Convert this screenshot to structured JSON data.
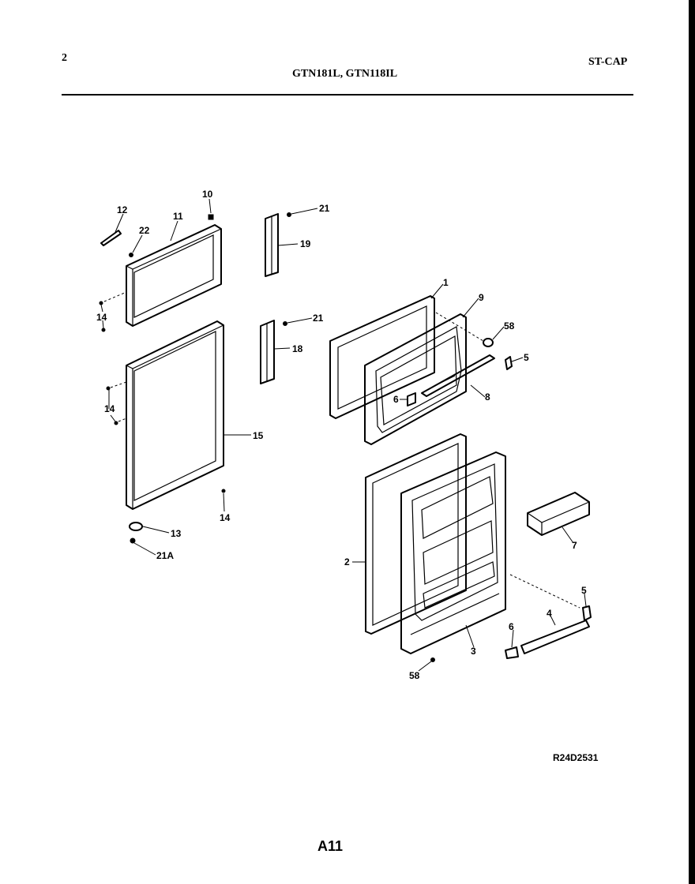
{
  "header": {
    "page_number": "2",
    "model_numbers": "GTN181L, GTN118IL",
    "category": "ST-CAP"
  },
  "diagram": {
    "callouts": [
      "12",
      "22",
      "11",
      "10",
      "14",
      "14",
      "15",
      "14",
      "13",
      "21A",
      "21",
      "19",
      "21",
      "18",
      "1",
      "9",
      "58",
      "5",
      "6",
      "8",
      "2",
      "7",
      "5",
      "4",
      "6",
      "3",
      "58"
    ]
  },
  "footer": {
    "reference_code": "R24D2531",
    "page_id": "A11"
  }
}
